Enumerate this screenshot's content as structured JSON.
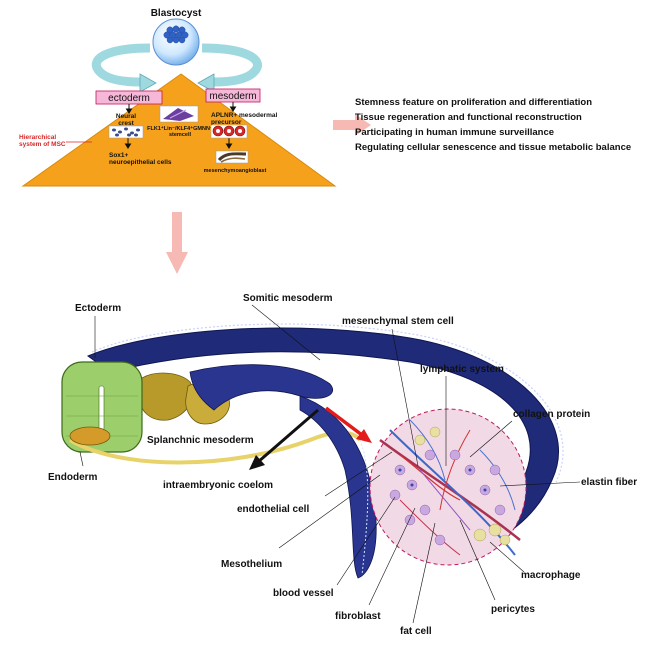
{
  "top": {
    "blastocyst": "Blastocyst",
    "ectoderm": "ectoderm",
    "mesoderm": "mesoderm",
    "neural_crest_1": "Neural",
    "neural_crest_2": "crest",
    "flk1_1": "FLK1⁺Lin⁻/KLF4⁺GMNN⁺",
    "flk1_2": "stemcell",
    "aplnr_1": "APLNR+ mesodermal",
    "aplnr_2": "precursor",
    "hierarchical_1": "Hierarchical",
    "hierarchical_2": "system of MSC",
    "sox1_1": "Sox1+",
    "sox1_2": "neuroepithelial cells",
    "mesenchymoangioblast": "mesenchymoangioblast"
  },
  "features": [
    "Stemness feature on proliferation and differentiation",
    "Tissue regeneration and functional reconstruction",
    "Participating in human immune surveillance",
    "Regulating cellular senescence and tissue metabolic balance"
  ],
  "bottom": {
    "ectoderm": "Ectoderm",
    "somitic_mesoderm": "Somitic mesoderm",
    "mesenchymal_stem_cell": "mesenchymal stem cell",
    "lymphatic_system": "lymphatic system",
    "collagen_protein": "collagen protein",
    "elastin_fiber": "elastin fiber",
    "splanchnic_mesoderm": "Splanchnic mesoderm",
    "endoderm": "Endoderm",
    "intraembryonic_coelom": "intraembryonic coelom",
    "endothelial_cell": "endothelial cell",
    "mesothelium": "Mesothelium",
    "blood_vessel": "blood vessel",
    "fibroblast": "fibroblast",
    "fat_cell": "fat cell",
    "pericytes": "pericytes",
    "macrophage": "macrophage"
  },
  "colors": {
    "triangle": "#f5a11c",
    "pink_box": "#f7b7d9",
    "arrow_pink": "#f6b9b3",
    "cyan_arrow": "#9fd9e0",
    "red_arrow": "#e31b1b",
    "dark_blue": "#1f2a78",
    "green": "#9ccf6b",
    "olive": "#b79a2a",
    "tissue_pink": "#f2d9e6"
  }
}
